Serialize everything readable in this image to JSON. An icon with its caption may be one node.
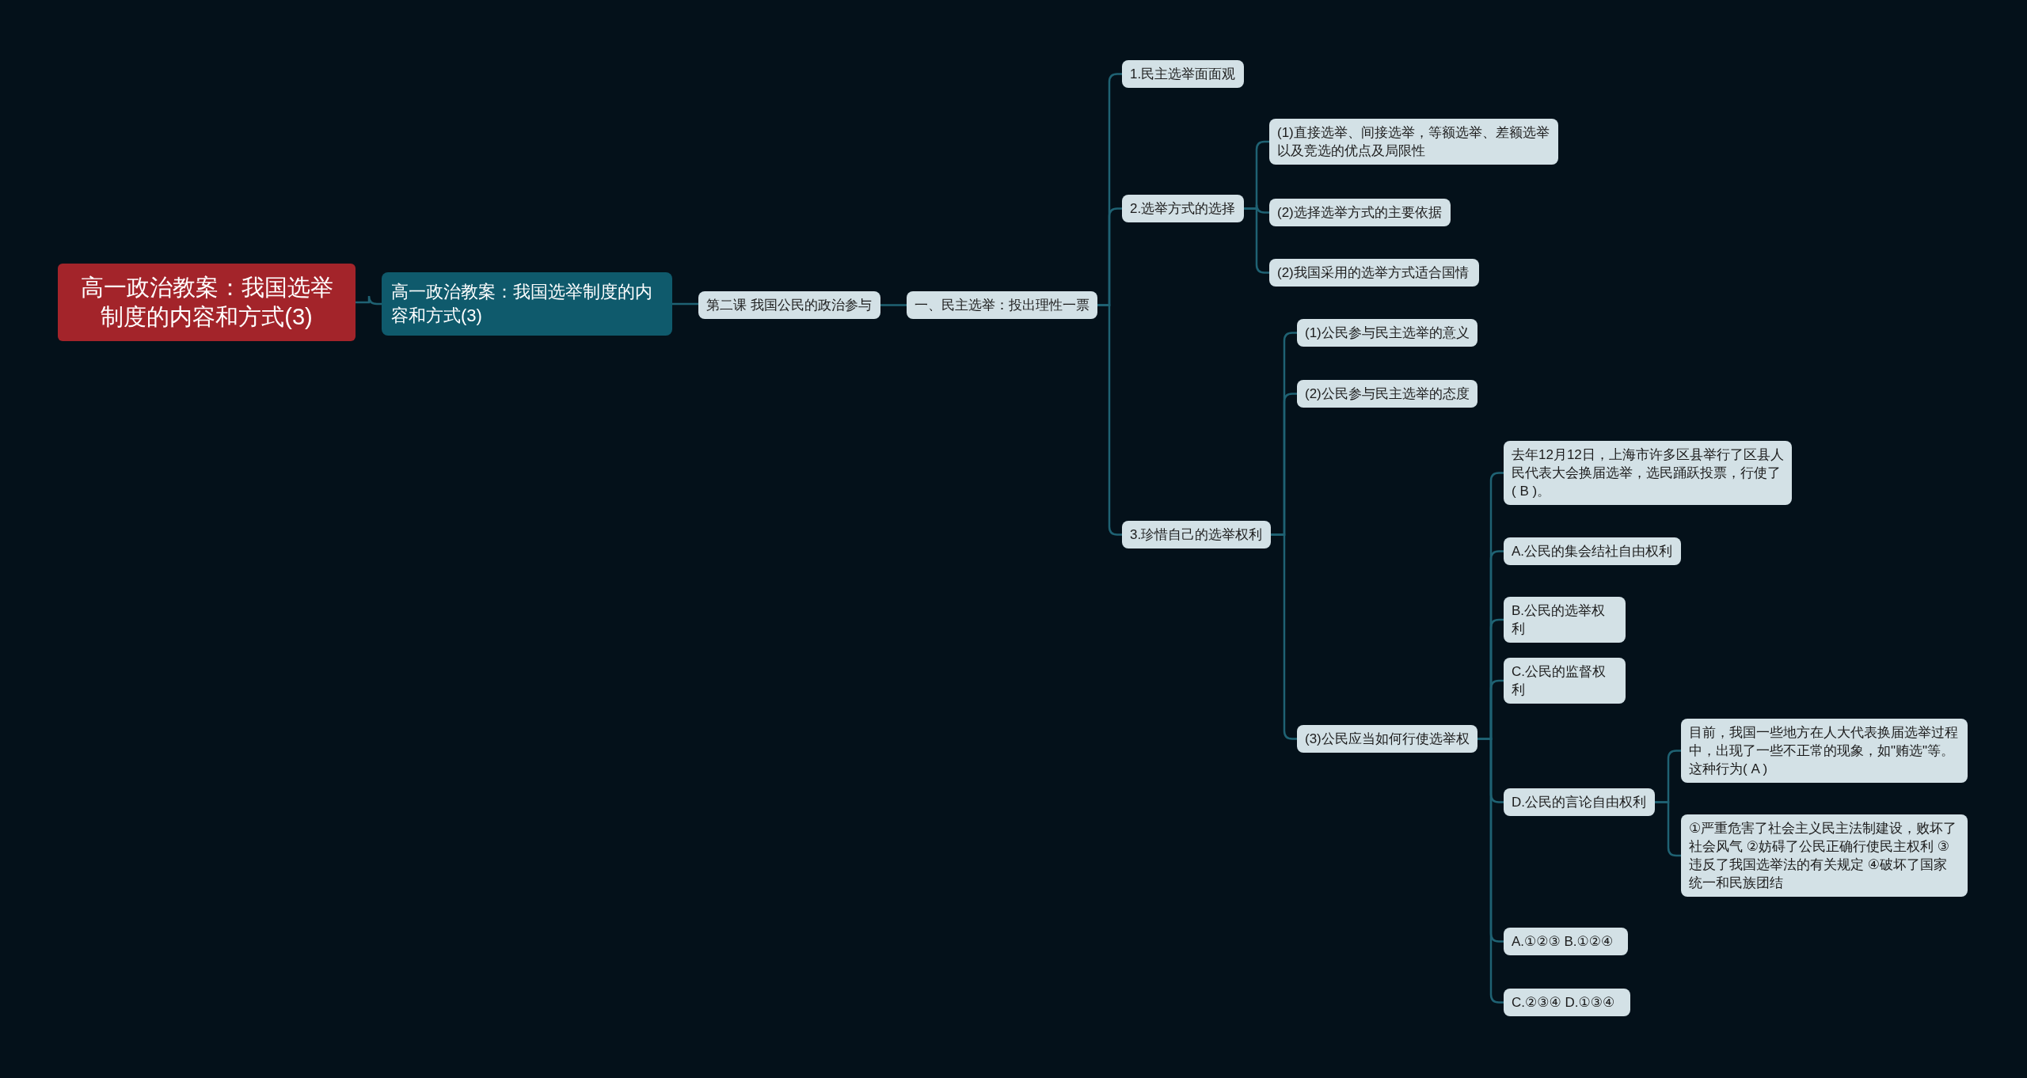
{
  "diagram": {
    "nodes": [
      {
        "text": [
          "高一政治教案：我国选举制度的内容和方式(3)"
        ]
      },
      {
        "text": [
          "高一政治教案：我国选举制度的内容和方式(3)"
        ]
      },
      {
        "text": [
          "第二课 我国公民的政治参与"
        ]
      },
      {
        "text": [
          "一、民主选举：投出理性一票"
        ]
      },
      {
        "text": [
          "1.民主选举面面观"
        ]
      },
      {
        "text": [
          "2.选举方式的选择"
        ]
      },
      {
        "text": [
          "(1)直接选举、间接选举，等额选举、差额选举以及竞选的优点及局限性"
        ]
      },
      {
        "text": [
          "(2)选择选举方式的主要依据"
        ]
      },
      {
        "text": [
          "(2)我国采用的选举方式适合国情"
        ]
      },
      {
        "text": [
          "3.珍惜自己的选举权利"
        ]
      },
      {
        "text": [
          "(1)公民参与民主选举的意义"
        ]
      },
      {
        "text": [
          "(2)公民参与民主选举的态度"
        ]
      },
      {
        "text": [
          "(3)公民应当如何行使选举权"
        ]
      },
      {
        "text": [
          "去年12月12日，上海市许多区县举行了区县人民代表大会换届选举，选民踊跃投票，行使了( B )。"
        ]
      },
      {
        "text": [
          "A.公民的集会结社自由权利"
        ]
      },
      {
        "text": [
          "B.公民的选举权利"
        ]
      },
      {
        "text": [
          "C.公民的监督权利"
        ]
      },
      {
        "text": [
          "D.公民的言论自由权利"
        ]
      },
      {
        "text": [
          "目前，我国一些地方在人大代表换届选举过程中，出现了一些不正常的现象，如\"贿选\"等。这种行为( A )"
        ]
      },
      {
        "text": [
          "①严重危害了社会主义民主法制建设，败坏了社会风气 ②妨碍了公民正确行使民主权利 ③违反了我国选举法的有关规定 ④破坏了国家统一和民族团结"
        ]
      },
      {
        "text": [
          "A.①②③ B.①②④"
        ]
      },
      {
        "text": [
          "C.②③④ D.①③④"
        ]
      }
    ],
    "edges": [
      {
        "from": 0,
        "to": 1,
        "arrow": "none"
      },
      {
        "from": 1,
        "to": 2,
        "arrow": "none"
      },
      {
        "from": 2,
        "to": 3,
        "arrow": "none"
      },
      {
        "from": 3,
        "to": 4,
        "arrow": "none"
      },
      {
        "from": 3,
        "to": 5,
        "arrow": "none"
      },
      {
        "from": 3,
        "to": 9,
        "arrow": "none"
      },
      {
        "from": 5,
        "to": 6,
        "arrow": "none"
      },
      {
        "from": 5,
        "to": 7,
        "arrow": "none"
      },
      {
        "from": 5,
        "to": 8,
        "arrow": "none"
      },
      {
        "from": 9,
        "to": 10,
        "arrow": "none"
      },
      {
        "from": 9,
        "to": 11,
        "arrow": "none"
      },
      {
        "from": 9,
        "to": 12,
        "arrow": "none"
      },
      {
        "from": 12,
        "to": 13,
        "arrow": "none"
      },
      {
        "from": 12,
        "to": 14,
        "arrow": "none"
      },
      {
        "from": 12,
        "to": 15,
        "arrow": "none"
      },
      {
        "from": 12,
        "to": 16,
        "arrow": "none"
      },
      {
        "from": 12,
        "to": 17,
        "arrow": "none"
      },
      {
        "from": 17,
        "to": 18,
        "arrow": "none"
      },
      {
        "from": 17,
        "to": 19,
        "arrow": "none"
      },
      {
        "from": 12,
        "to": 20,
        "arrow": "none"
      },
      {
        "from": 12,
        "to": 21,
        "arrow": "none"
      }
    ]
  }
}
